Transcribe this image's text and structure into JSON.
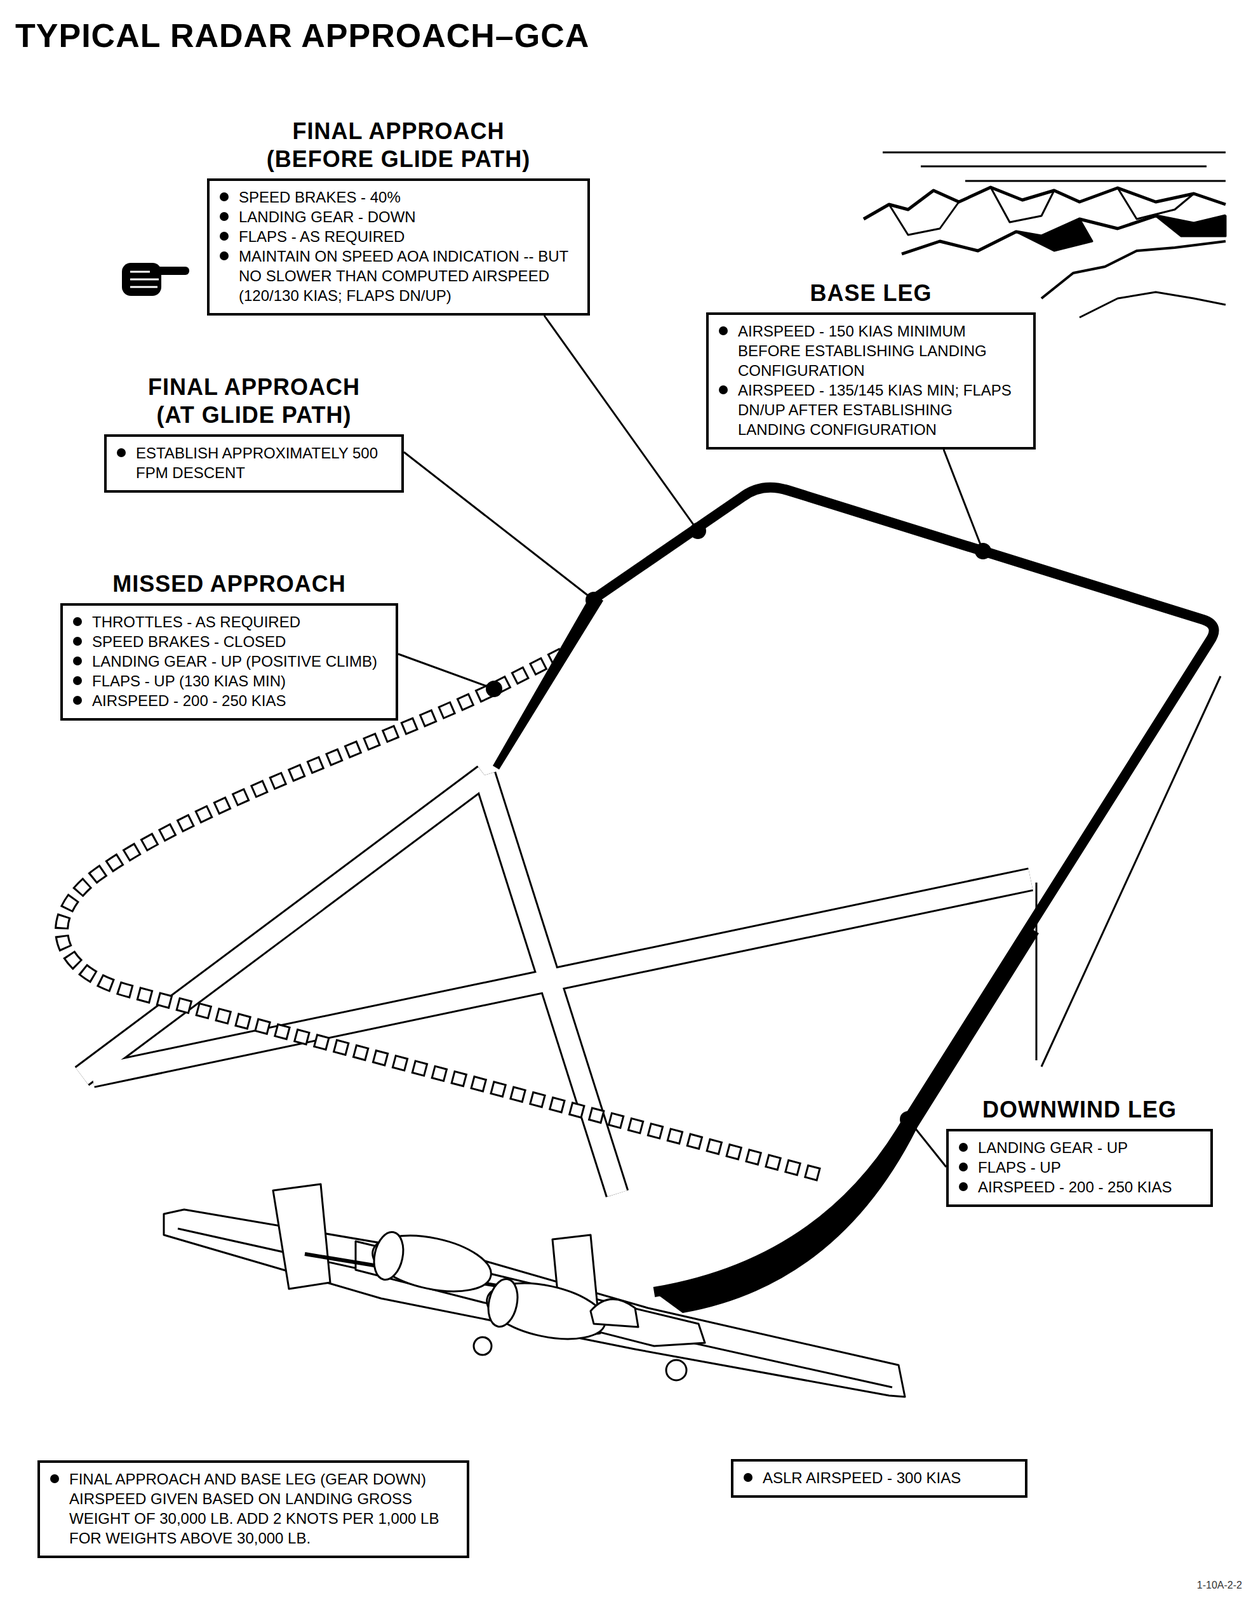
{
  "diagram": {
    "title": "TYPICAL RADAR APPROACH–GCA",
    "nodes": [
      {
        "text": [
          "FINAL APPROACH (BEFORE GLIDE PATH)",
          "SPEED BRAKES - 40%",
          "LANDING GEAR - DOWN",
          "FLAPS - AS REQUIRED",
          "MAINTAIN ON SPEED AOA INDICATION -- BUT NO SLOWER THAN COMPUTED AIRSPEED (120/130 KIAS; FLAPS DN/UP)"
        ]
      },
      {
        "text": [
          "BASE LEG",
          "AIRSPEED - 150 KIAS MINIMUM BEFORE ESTABLISHING LANDING CONFIGURATION",
          "AIRSPEED - 135/145 KIAS MIN; FLAPS DN/UP AFTER ESTABLISHING LANDING CONFIGURATION"
        ]
      },
      {
        "text": [
          "FINAL APPROACH (AT GLIDE PATH)",
          "ESTABLISH APPROXIMATELY 500 FPM DESCENT"
        ]
      },
      {
        "text": [
          "MISSED APPROACH",
          "THROTTLES - AS REQUIRED",
          "SPEED BRAKES - CLOSED",
          "LANDING GEAR - UP (POSITIVE CLIMB)",
          "FLAPS - UP (130 KIAS MIN)",
          "AIRSPEED - 200 - 250 KIAS"
        ]
      },
      {
        "text": [
          "DOWNWIND LEG",
          "LANDING GEAR - UP",
          "FLAPS - UP",
          "AIRSPEED - 200 - 250 KIAS"
        ]
      },
      {
        "text": [
          "FINAL APPROACH AND BASE LEG (GEAR DOWN) AIRSPEED GIVEN BASED ON LANDING GROSS WEIGHT OF 30,000 LB. ADD 2 KNOTS PER 1,000 LB FOR WEIGHTS ABOVE 30,000 LB."
        ]
      },
      {
        "text": [
          "ASLR AIRSPEED - 300 KIAS"
        ]
      }
    ],
    "labels": [
      "1-10A-2-2"
    ]
  }
}
